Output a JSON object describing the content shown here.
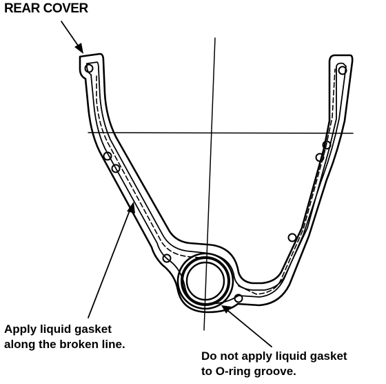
{
  "title": "REAR COVER",
  "notes": {
    "gasket_line_1": "Apply liquid gasket",
    "gasket_line_2": "along the broken line.",
    "oring_line_1": "Do not apply liquid gasket",
    "oring_line_2": "to O-ring groove."
  }
}
